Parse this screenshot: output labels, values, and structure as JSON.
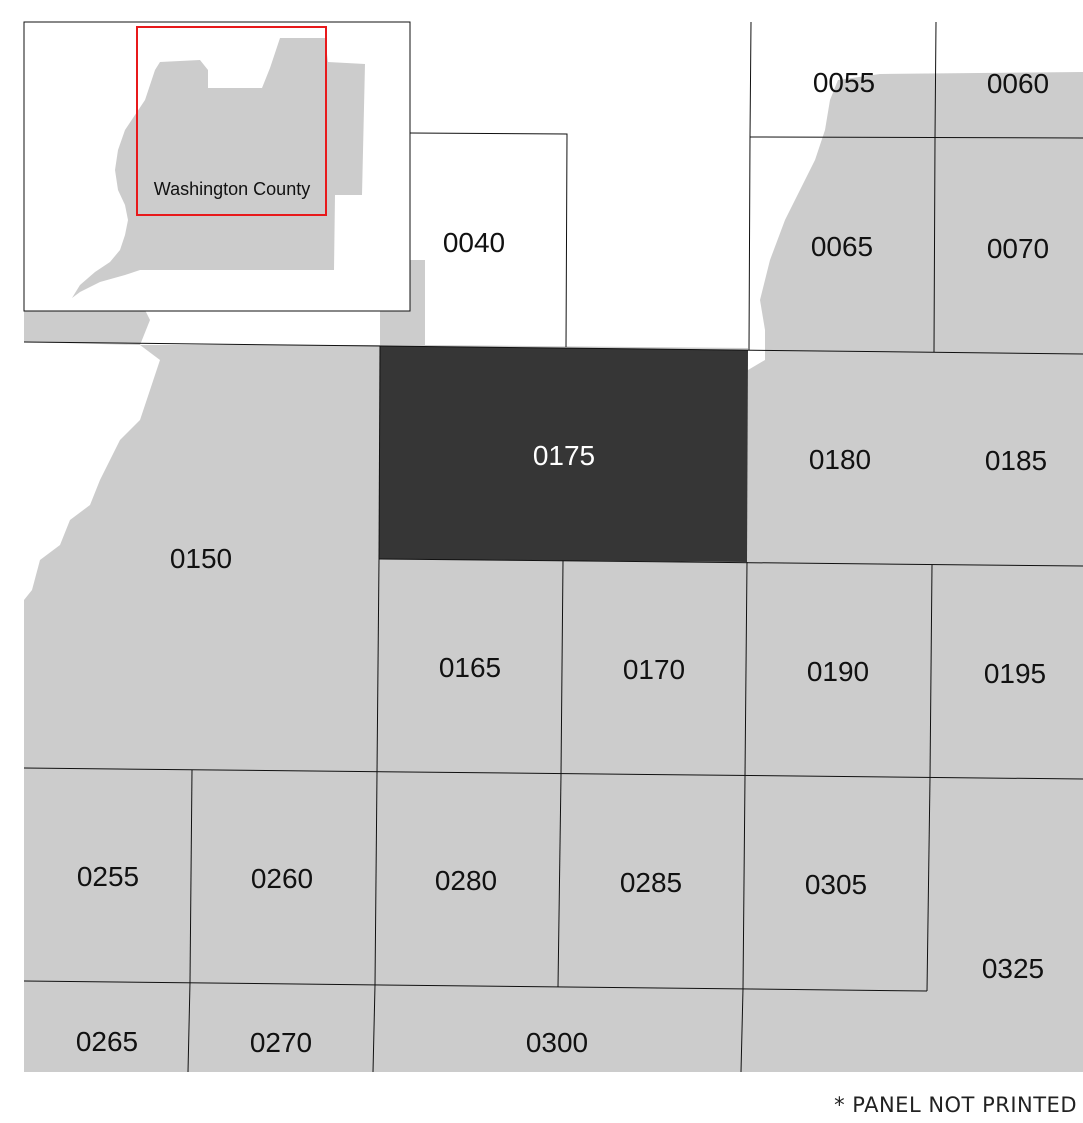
{
  "map": {
    "county_fill": "#cccccc",
    "highlight_fill": "#363636",
    "line_color": "#111111",
    "panels": [
      "0040",
      "0055",
      "0060",
      "0065",
      "0070",
      "0150",
      "0165",
      "0170",
      "0175",
      "0180",
      "0185",
      "0190",
      "0195",
      "0255",
      "0260",
      "0265",
      "0270",
      "0280",
      "0285",
      "0300",
      "0305",
      "0325"
    ],
    "highlighted_panel": "0175"
  },
  "inset": {
    "county_label": "Washington County",
    "extent_color": "#e8191b"
  },
  "footnote": "* PANEL NOT PRINTED"
}
